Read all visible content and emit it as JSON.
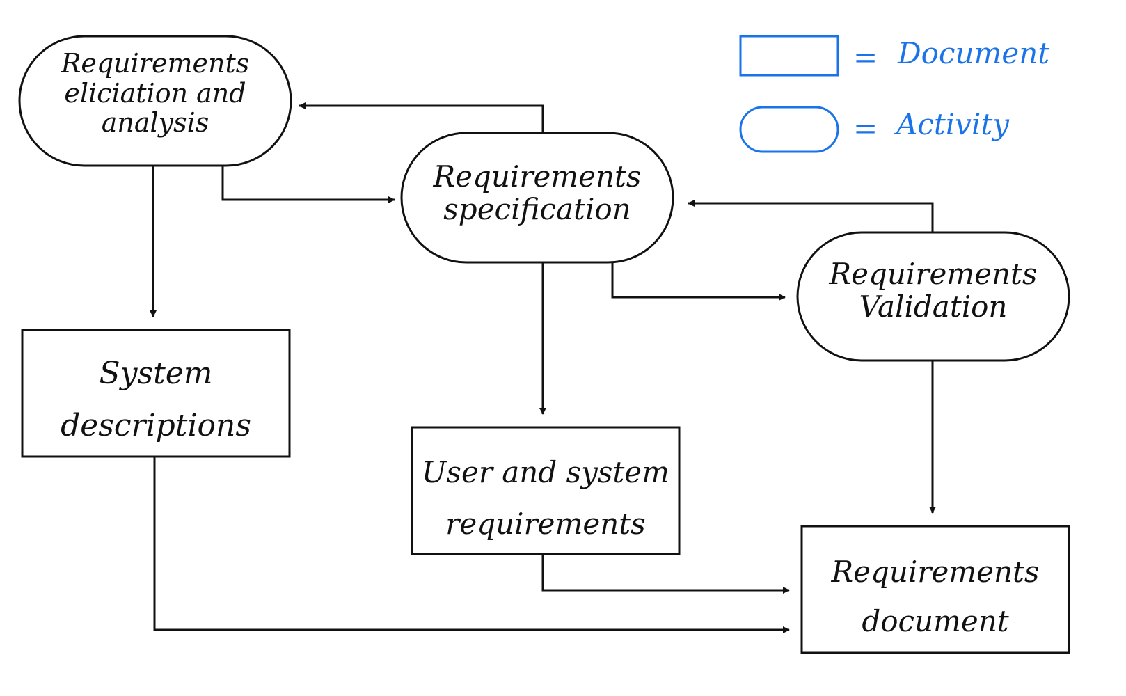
{
  "nodes": {
    "elicitation": {
      "label": "Requirements\neliciation    and\nanalysis",
      "kind": "activity"
    },
    "specification": {
      "label": "Requirements\nspecification",
      "kind": "activity"
    },
    "validation": {
      "label": "Requirements\nValidation",
      "kind": "activity"
    },
    "system_desc": {
      "label": "System\ndescriptions",
      "kind": "document"
    },
    "user_sys_req": {
      "label": "User and system\nrequirements",
      "kind": "document"
    },
    "req_document": {
      "label": "Requirements\ndocument",
      "kind": "document"
    }
  },
  "edges": [
    {
      "from": "elicitation",
      "to": "system_desc"
    },
    {
      "from": "elicitation",
      "to": "specification"
    },
    {
      "from": "specification",
      "to": "elicitation"
    },
    {
      "from": "specification",
      "to": "user_sys_req"
    },
    {
      "from": "specification",
      "to": "validation"
    },
    {
      "from": "validation",
      "to": "specification"
    },
    {
      "from": "validation",
      "to": "req_document"
    },
    {
      "from": "user_sys_req",
      "to": "req_document"
    },
    {
      "from": "system_desc",
      "to": "req_document"
    }
  ],
  "legend": {
    "document": {
      "equals": "=",
      "label": "Document"
    },
    "activity": {
      "equals": "=",
      "label": "Activity"
    },
    "color": "#1a73e8"
  }
}
